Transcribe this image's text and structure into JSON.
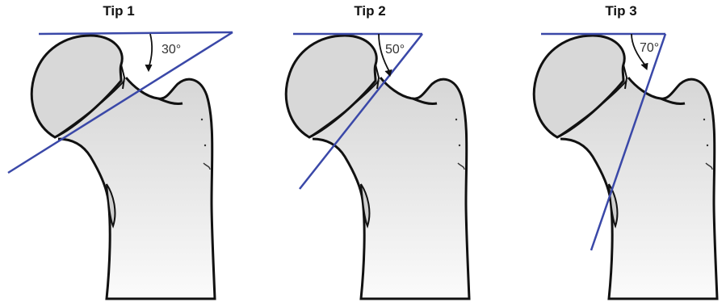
{
  "panels": [
    {
      "title": "Tip 1",
      "angle_label": "30°",
      "angle_deg": 30
    },
    {
      "title": "Tip 2",
      "angle_label": "50°",
      "angle_deg": 50
    },
    {
      "title": "Tip 3",
      "angle_label": "70°",
      "angle_deg": 70
    }
  ],
  "colors": {
    "line": "#3a48a8",
    "bone_fill": "#dcdcdc",
    "bone_stroke": "#111111"
  }
}
